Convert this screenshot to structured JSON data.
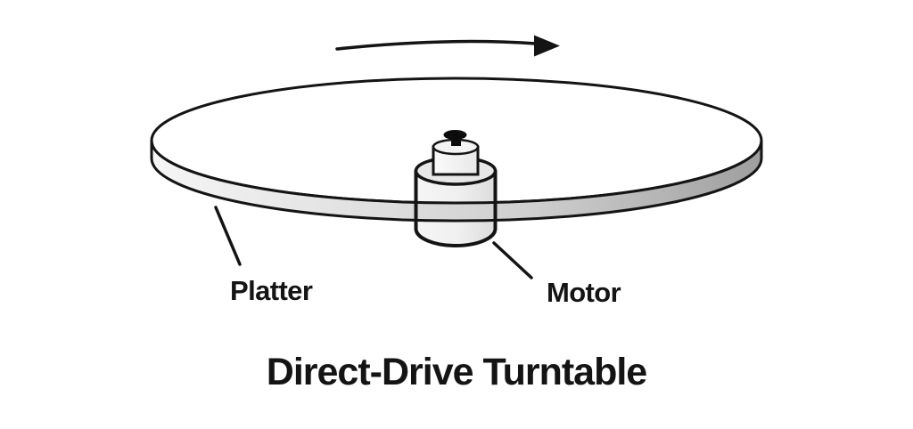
{
  "diagram": {
    "title": "Direct-Drive Turntable",
    "platter_label": "Platter",
    "motor_label": "Motor",
    "rotation_direction": "clockwise",
    "icons": {
      "rotation_arrow": "curved-arrow-right"
    },
    "colors": {
      "background": "#ffffff",
      "outline": "#141414",
      "platter_top": "#ffffff",
      "rim_light": "#f5f5f5",
      "rim_mid": "#d2d2d2",
      "rim_dark": "#9e9e9e",
      "motor_body_light": "#f4f4f4",
      "motor_body_shade": "#dedede",
      "spindle_cap": "#0c0c0c",
      "text": "#141414"
    }
  }
}
